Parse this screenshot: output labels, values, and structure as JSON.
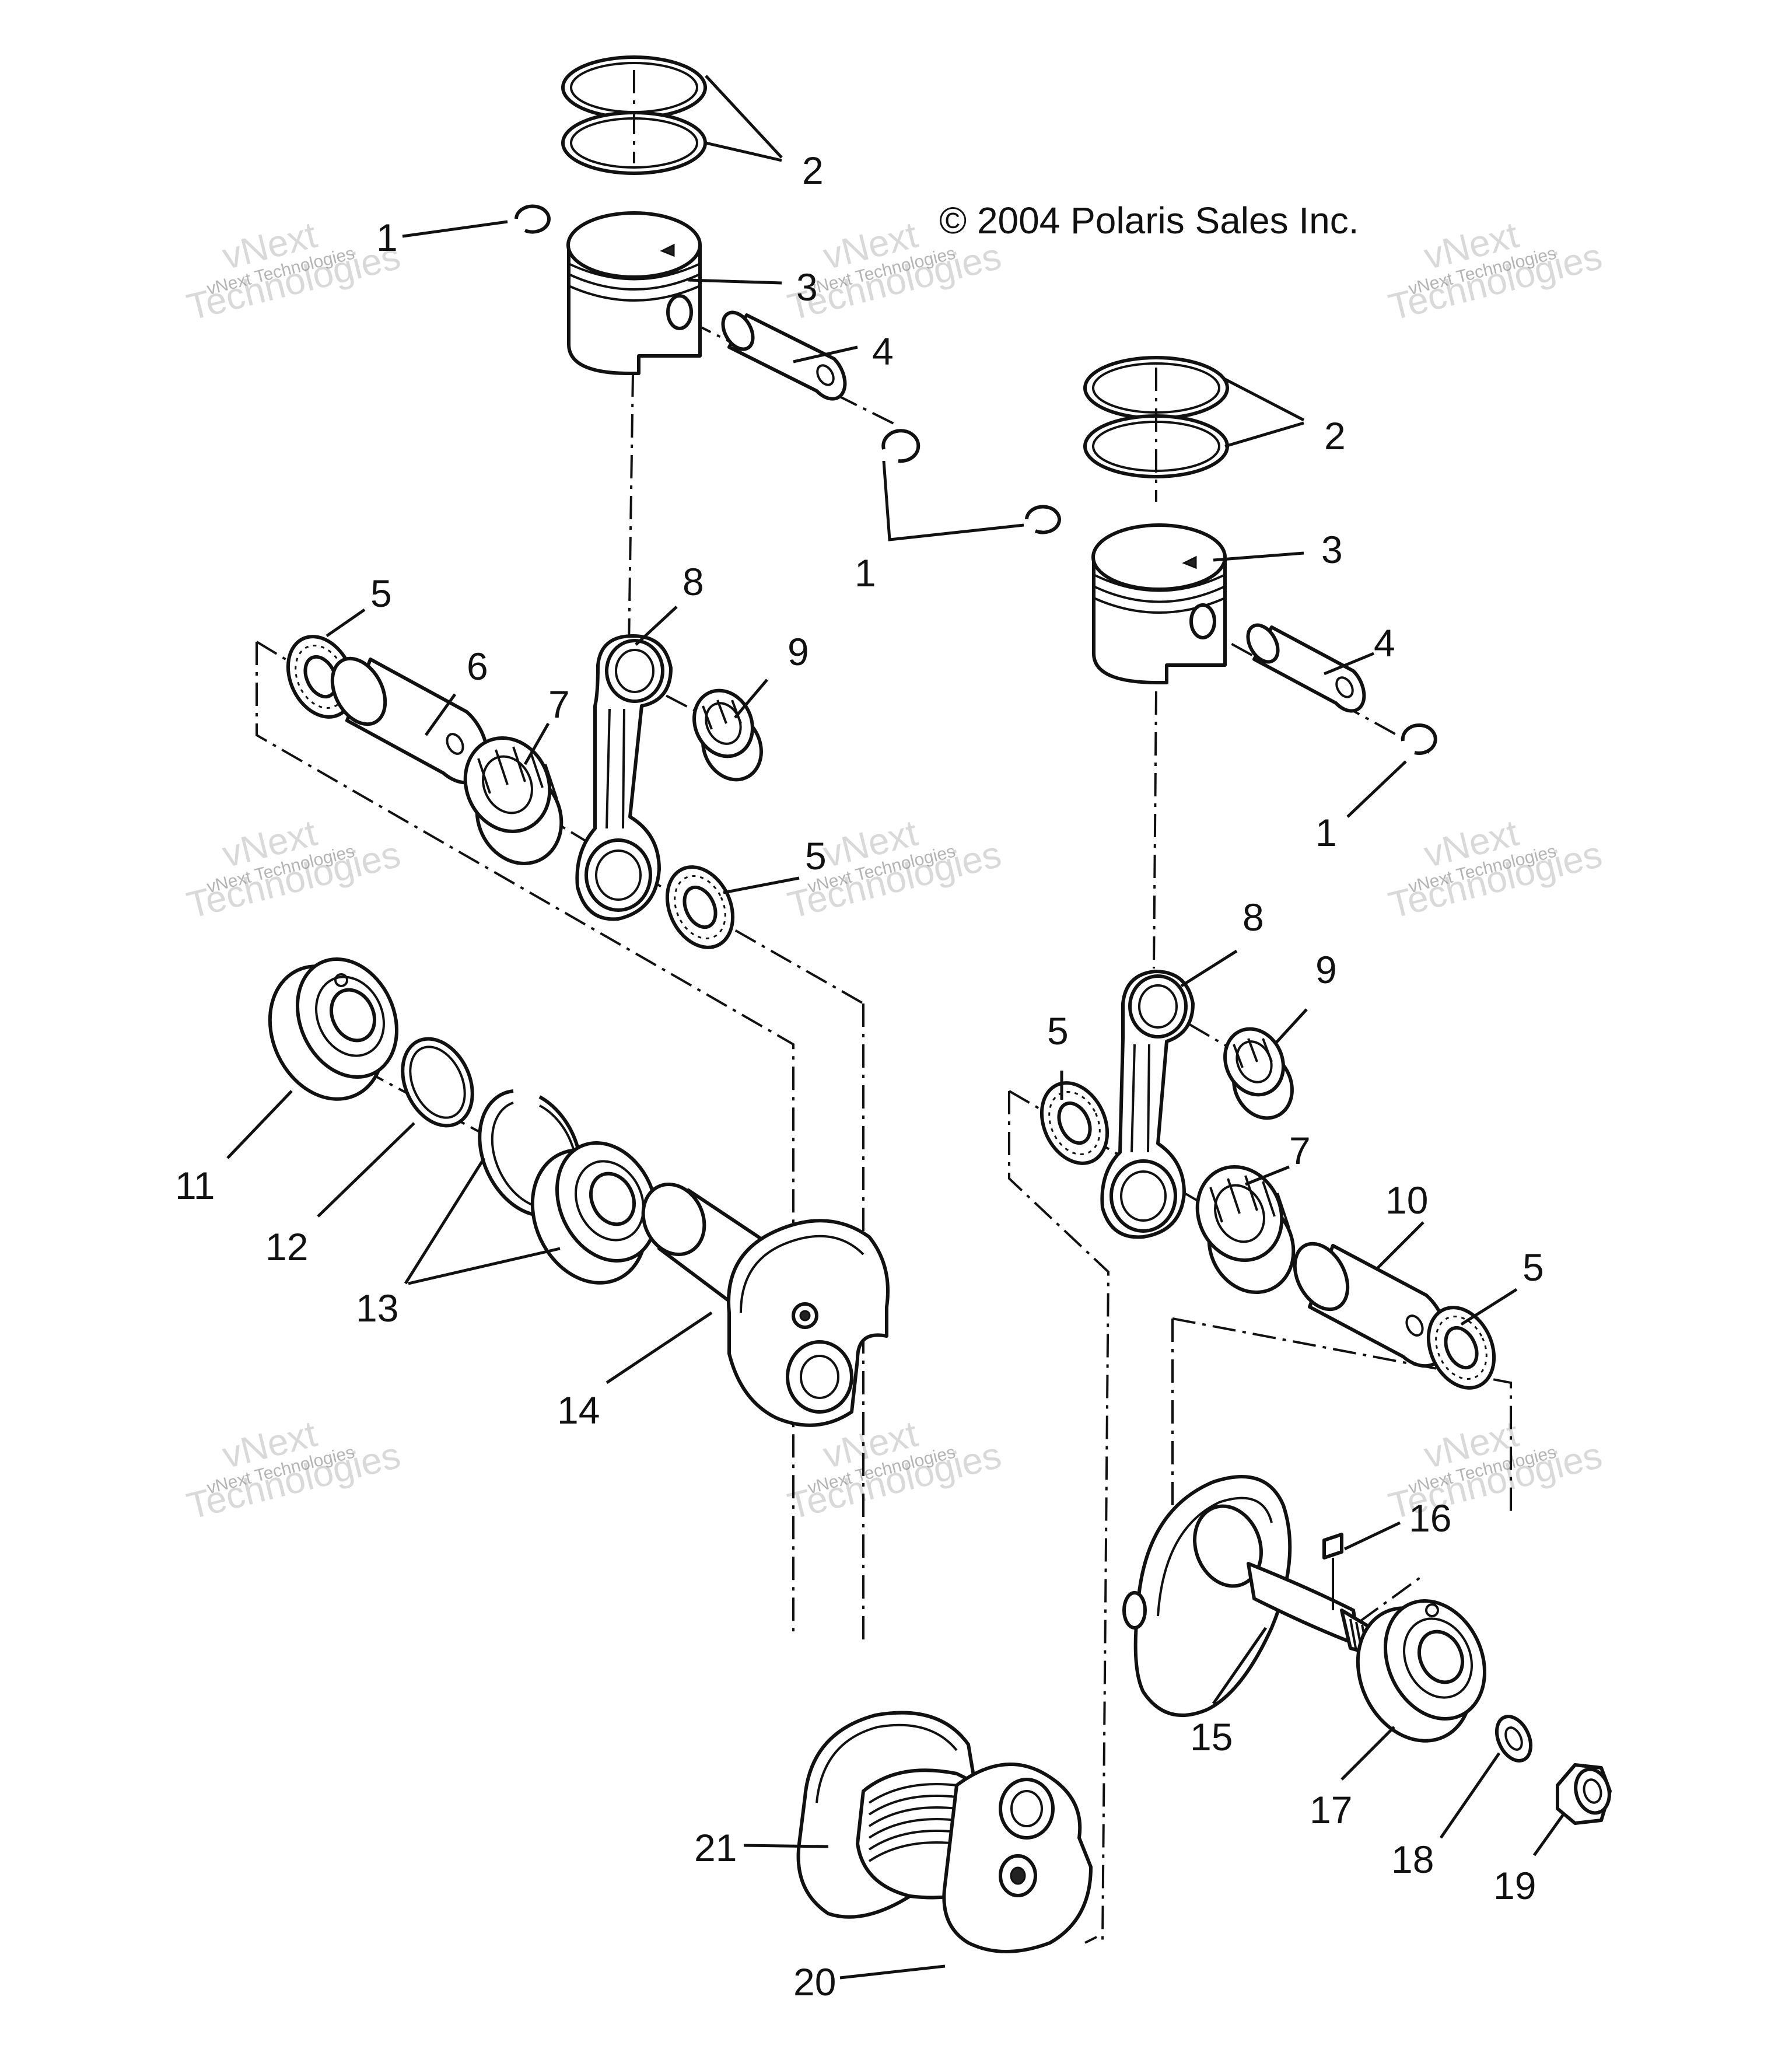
{
  "copyright": "© 2004 Polaris Sales Inc.",
  "watermark": {
    "line1": "vNext",
    "line2": "Technologies",
    "small": "vNext Technologies"
  },
  "callouts": {
    "c1": "1",
    "c2": "2",
    "c3": "3",
    "c4": "4",
    "c5": "5",
    "c6": "6",
    "c7": "7",
    "c8": "8",
    "c9": "9",
    "c10": "10",
    "c11": "11",
    "c12": "12",
    "c13": "13",
    "c14": "14",
    "c15": "15",
    "c16": "16",
    "c17": "17",
    "c18": "18",
    "c19": "19",
    "c20": "20",
    "c21": "21"
  }
}
